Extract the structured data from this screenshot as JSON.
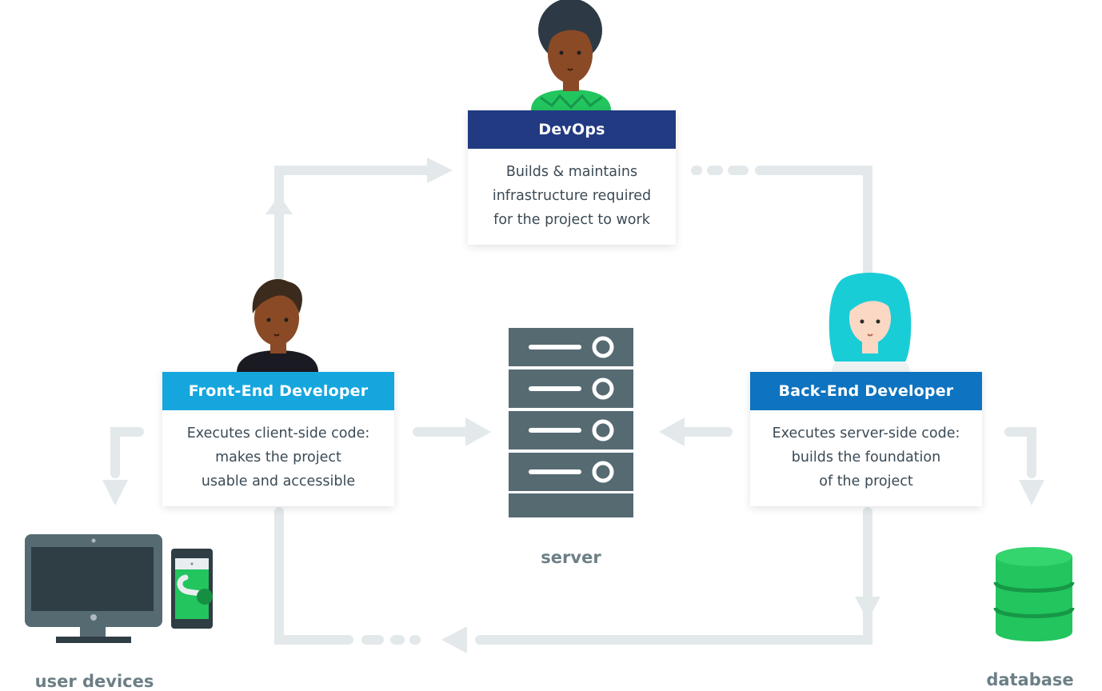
{
  "roles": {
    "devops": {
      "title": "DevOps",
      "description": [
        "Builds & maintains",
        "infrastructure required",
        "for the project to work"
      ],
      "color": "#213a82"
    },
    "frontend": {
      "title": "Front-End Developer",
      "description": [
        "Executes client-side code:",
        "makes the project",
        "usable and accessible"
      ],
      "color": "#16a6de"
    },
    "backend": {
      "title": "Back-End Developer",
      "description": [
        "Executes server-side code:",
        "builds the foundation",
        "of the project"
      ],
      "color": "#0e73c0"
    }
  },
  "labels": {
    "server": "server",
    "user_devices": "user devices",
    "database": "database"
  },
  "icons": {
    "server": "server-icon",
    "user_devices": "monitor-and-phone-icon",
    "database": "database-icon",
    "devops_person": "devops-avatar",
    "frontend_person": "frontend-avatar",
    "backend_person": "backend-avatar"
  },
  "colors": {
    "connector": "#e3e8eb",
    "server_body": "#566a72",
    "database": "#22c55e",
    "caption": "#6c7f86"
  }
}
